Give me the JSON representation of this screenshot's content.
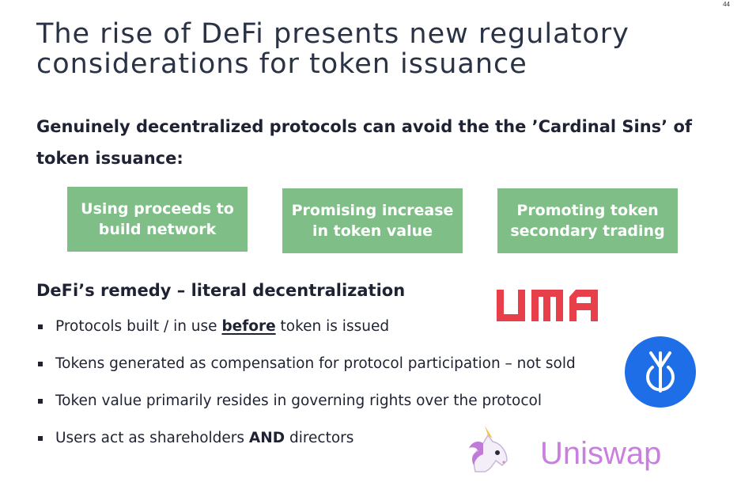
{
  "slide": {
    "page_number": "44",
    "title": "The rise of DeFi presents new regulatory considerations for token issuance",
    "subhead": "Genuinely decentralized protocols can avoid the the ’Cardinal Sins’ of token issuance:",
    "sins": [
      {
        "label": "Using proceeds to build network"
      },
      {
        "label": "Promising increase in token value"
      },
      {
        "label": "Promoting token secondary trading"
      }
    ],
    "box_color": "#7fbf87",
    "remedy_heading": "DeFi’s remedy – literal decentralization",
    "bullets": [
      {
        "pre": "Protocols built / in use ",
        "emph": "before",
        "post": " token is issued"
      },
      {
        "text": "Tokens generated as compensation for protocol participation – not sold"
      },
      {
        "text": "Token value primarily resides in governing rights over the protocol"
      },
      {
        "pre": "Users act as shareholders ",
        "emph": "AND",
        "post": " directors"
      }
    ]
  },
  "logos": {
    "uma": {
      "text": "UMA",
      "color": "#e8404a",
      "icon": "uma-logo"
    },
    "yearn": {
      "icon": "yearn-logo",
      "color": "#1e6ee8"
    },
    "uniswap": {
      "text": "Uniswap",
      "color": "#c97ee0",
      "icon": "unicorn-icon"
    }
  }
}
